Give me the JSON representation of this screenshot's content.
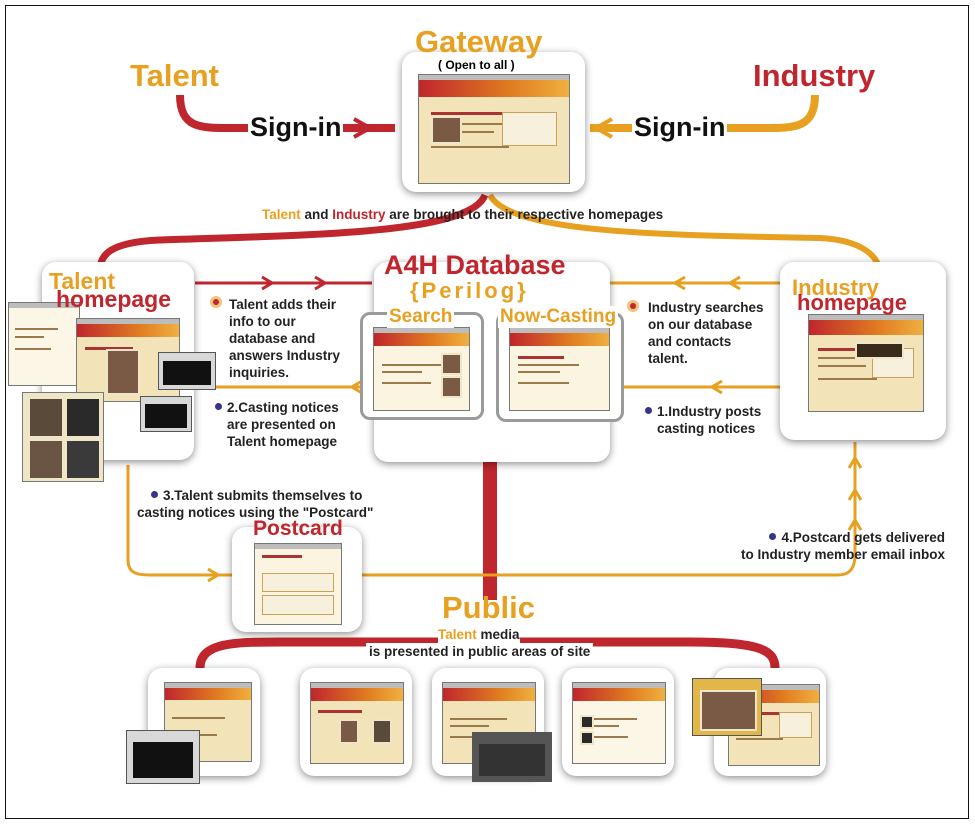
{
  "gateway": {
    "title": "Gateway",
    "subtitle": "( Open to all )"
  },
  "talent_label": "Talent",
  "industry_label": "Industry",
  "signin_left": "Sign-in",
  "signin_right": "Sign-in",
  "homepages_caption": {
    "part1": "Talent",
    "part2": " and ",
    "part3": "Industry",
    "part4": " are brought to their respective homepages"
  },
  "talent_homepage": {
    "line1": "Talent",
    "line2": "homepage"
  },
  "industry_homepage": {
    "line1": "Industry",
    "line2": "homepage"
  },
  "database": {
    "title": "A4H Database",
    "subtitle": "{Perilog}",
    "search": "Search",
    "now_casting": "Now-Casting"
  },
  "talent_adds": [
    "Talent adds their",
    "info to our",
    "database and",
    "answers Industry",
    "inquiries."
  ],
  "industry_searches": [
    "Industry searches",
    "on our database",
    "and contacts",
    "talent."
  ],
  "step1": [
    "1.Industry posts",
    "casting notices"
  ],
  "step2": [
    "2.Casting notices",
    "are presented on",
    "Talent homepage"
  ],
  "step3": [
    "3.Talent submits themselves to",
    "casting notices using the \"Postcard\""
  ],
  "step4": [
    "4.Postcard gets delivered",
    "to Industry member email inbox"
  ],
  "postcard": "Postcard",
  "public": {
    "title": "Public",
    "talent": "Talent",
    "media": " media",
    "caption": "is presented in public areas of site"
  },
  "colors": {
    "red": "#c0262d",
    "orange": "#e8a020",
    "bullet_blue": "#34348c"
  }
}
